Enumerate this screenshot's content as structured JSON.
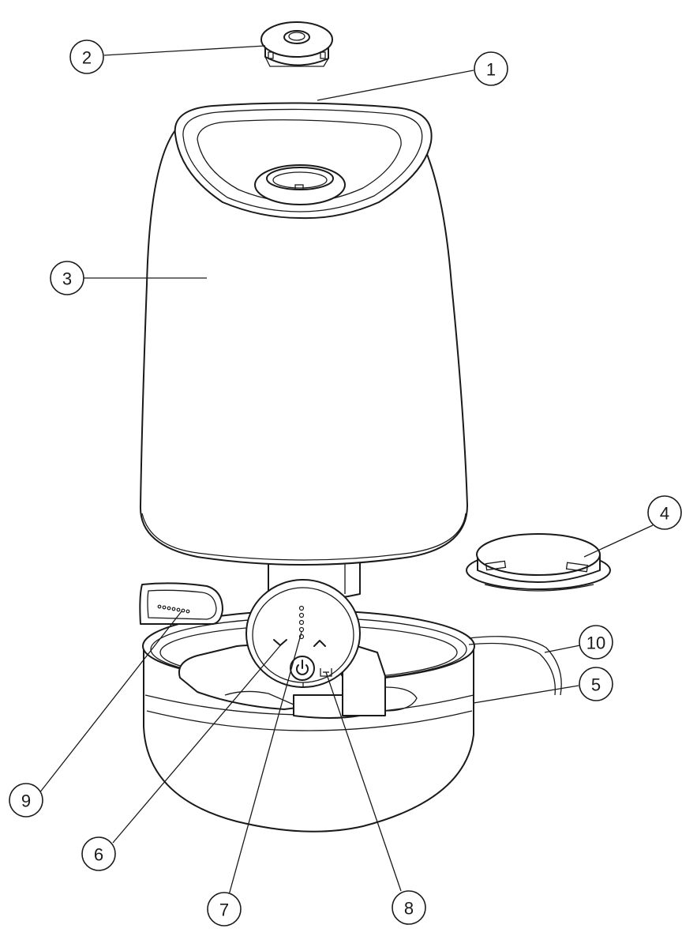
{
  "diagram": {
    "callouts": [
      {
        "id": "1",
        "label": "1"
      },
      {
        "id": "2",
        "label": "2"
      },
      {
        "id": "3",
        "label": "3"
      },
      {
        "id": "4",
        "label": "4"
      },
      {
        "id": "5",
        "label": "5"
      },
      {
        "id": "6",
        "label": "6"
      },
      {
        "id": "7",
        "label": "7"
      },
      {
        "id": "8",
        "label": "8"
      },
      {
        "id": "9",
        "label": "9"
      },
      {
        "id": "10",
        "label": "10"
      }
    ]
  },
  "colors": {
    "line": "#1a1a1a",
    "background": "#ffffff"
  },
  "icons": [
    "power-icon",
    "down-arrow-icon",
    "up-arrow-icon",
    "water-level-icon"
  ]
}
